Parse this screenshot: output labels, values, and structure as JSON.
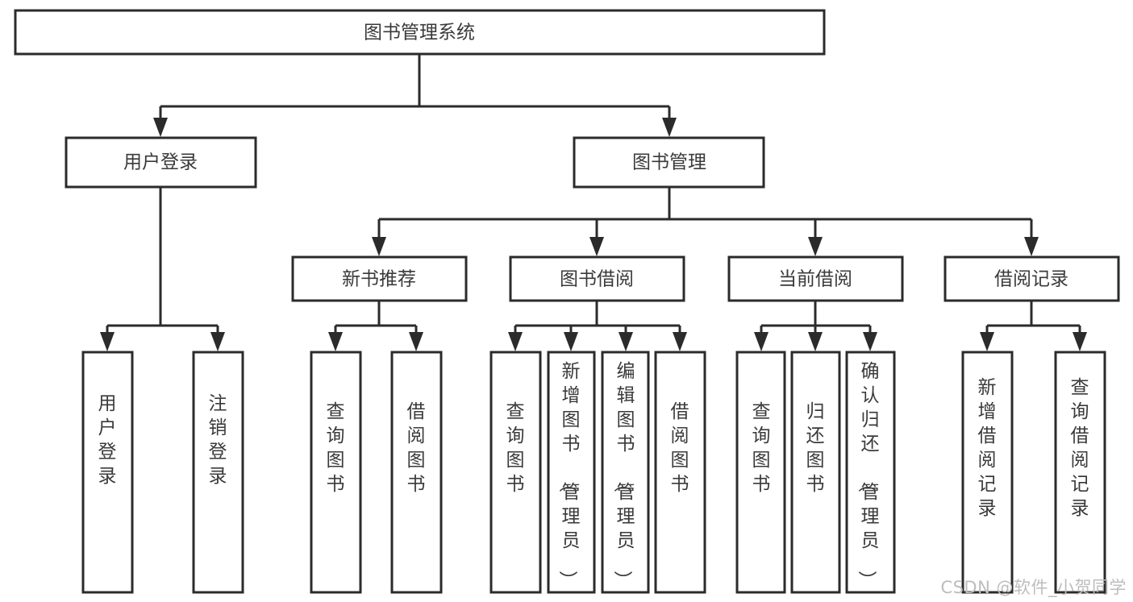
{
  "diagram": {
    "title": "图书管理系统",
    "type": "tree",
    "watermark": "CSDN @软件_小贺同学",
    "colors": {
      "box_fill": "#ffffff",
      "box_stroke": "#2b2b2b",
      "text": "#3a3a3a",
      "watermark": "#bdbdbd",
      "background": "#ffffff"
    },
    "levels": {
      "root": {
        "label": "图书管理系统"
      },
      "level2": [
        {
          "id": "user-login",
          "label": "用户登录"
        },
        {
          "id": "book-management",
          "label": "图书管理"
        }
      ],
      "level3": [
        {
          "id": "new-book-recommend",
          "label": "新书推荐",
          "parent": "book-management"
        },
        {
          "id": "book-borrow",
          "label": "图书借阅",
          "parent": "book-management"
        },
        {
          "id": "current-borrow",
          "label": "当前借阅",
          "parent": "book-management"
        },
        {
          "id": "borrow-record",
          "label": "借阅记录",
          "parent": "book-management"
        }
      ],
      "leaves": [
        {
          "id": "leaf-user-login",
          "label": "用户登录",
          "parent": "user-login"
        },
        {
          "id": "leaf-logout-login",
          "label": "注销登录",
          "parent": "user-login"
        },
        {
          "id": "leaf-query-book-1",
          "label": "查询图书",
          "parent": "new-book-recommend"
        },
        {
          "id": "leaf-borrow-book-1",
          "label": "借阅图书",
          "parent": "new-book-recommend"
        },
        {
          "id": "leaf-query-book-2",
          "label": "查询图书",
          "parent": "book-borrow"
        },
        {
          "id": "leaf-add-book",
          "label": "新增图书（管理员）",
          "parent": "book-borrow"
        },
        {
          "id": "leaf-edit-book",
          "label": "编辑图书（管理员）",
          "parent": "book-borrow"
        },
        {
          "id": "leaf-borrow-book-2",
          "label": "借阅图书",
          "parent": "book-borrow"
        },
        {
          "id": "leaf-query-book-3",
          "label": "查询图书",
          "parent": "current-borrow"
        },
        {
          "id": "leaf-return-book",
          "label": "归还图书",
          "parent": "current-borrow"
        },
        {
          "id": "leaf-confirm-return",
          "label": "确认归还（管理员）",
          "parent": "current-borrow"
        },
        {
          "id": "leaf-add-record",
          "label": "新增借阅记录",
          "parent": "borrow-record"
        },
        {
          "id": "leaf-query-record",
          "label": "查询借阅记录",
          "parent": "borrow-record"
        }
      ]
    }
  }
}
